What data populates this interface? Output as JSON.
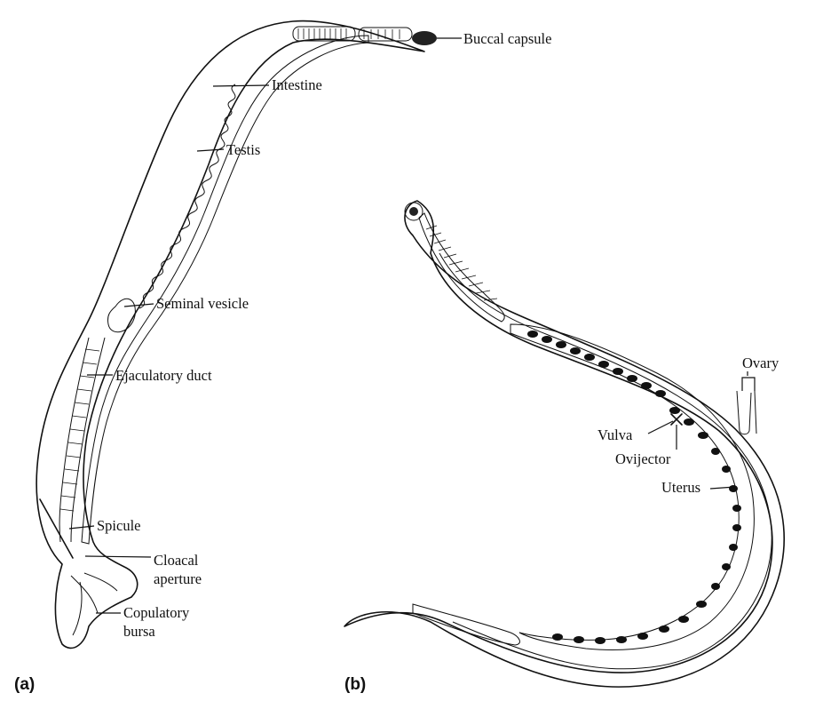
{
  "panels": {
    "a": {
      "tag": "(a)",
      "labels": {
        "buccal": "Buccal capsule",
        "intestine": "Intestine",
        "testis": "Testis",
        "seminal": "Seminal vesicle",
        "ejaculatory": "Ejaculatory duct",
        "spicule": "Spicule",
        "cloacal1": "Cloacal",
        "cloacal2": "aperture",
        "copulatory1": "Copulatory",
        "copulatory2": "bursa"
      }
    },
    "b": {
      "tag": "(b)",
      "labels": {
        "ovary": "Ovary",
        "vulva": "Vulva",
        "ovijector": "Ovijector",
        "uterus": "Uterus"
      }
    }
  },
  "colors": {
    "ink": "#111111",
    "stipple": "#555555",
    "background": "#ffffff"
  }
}
